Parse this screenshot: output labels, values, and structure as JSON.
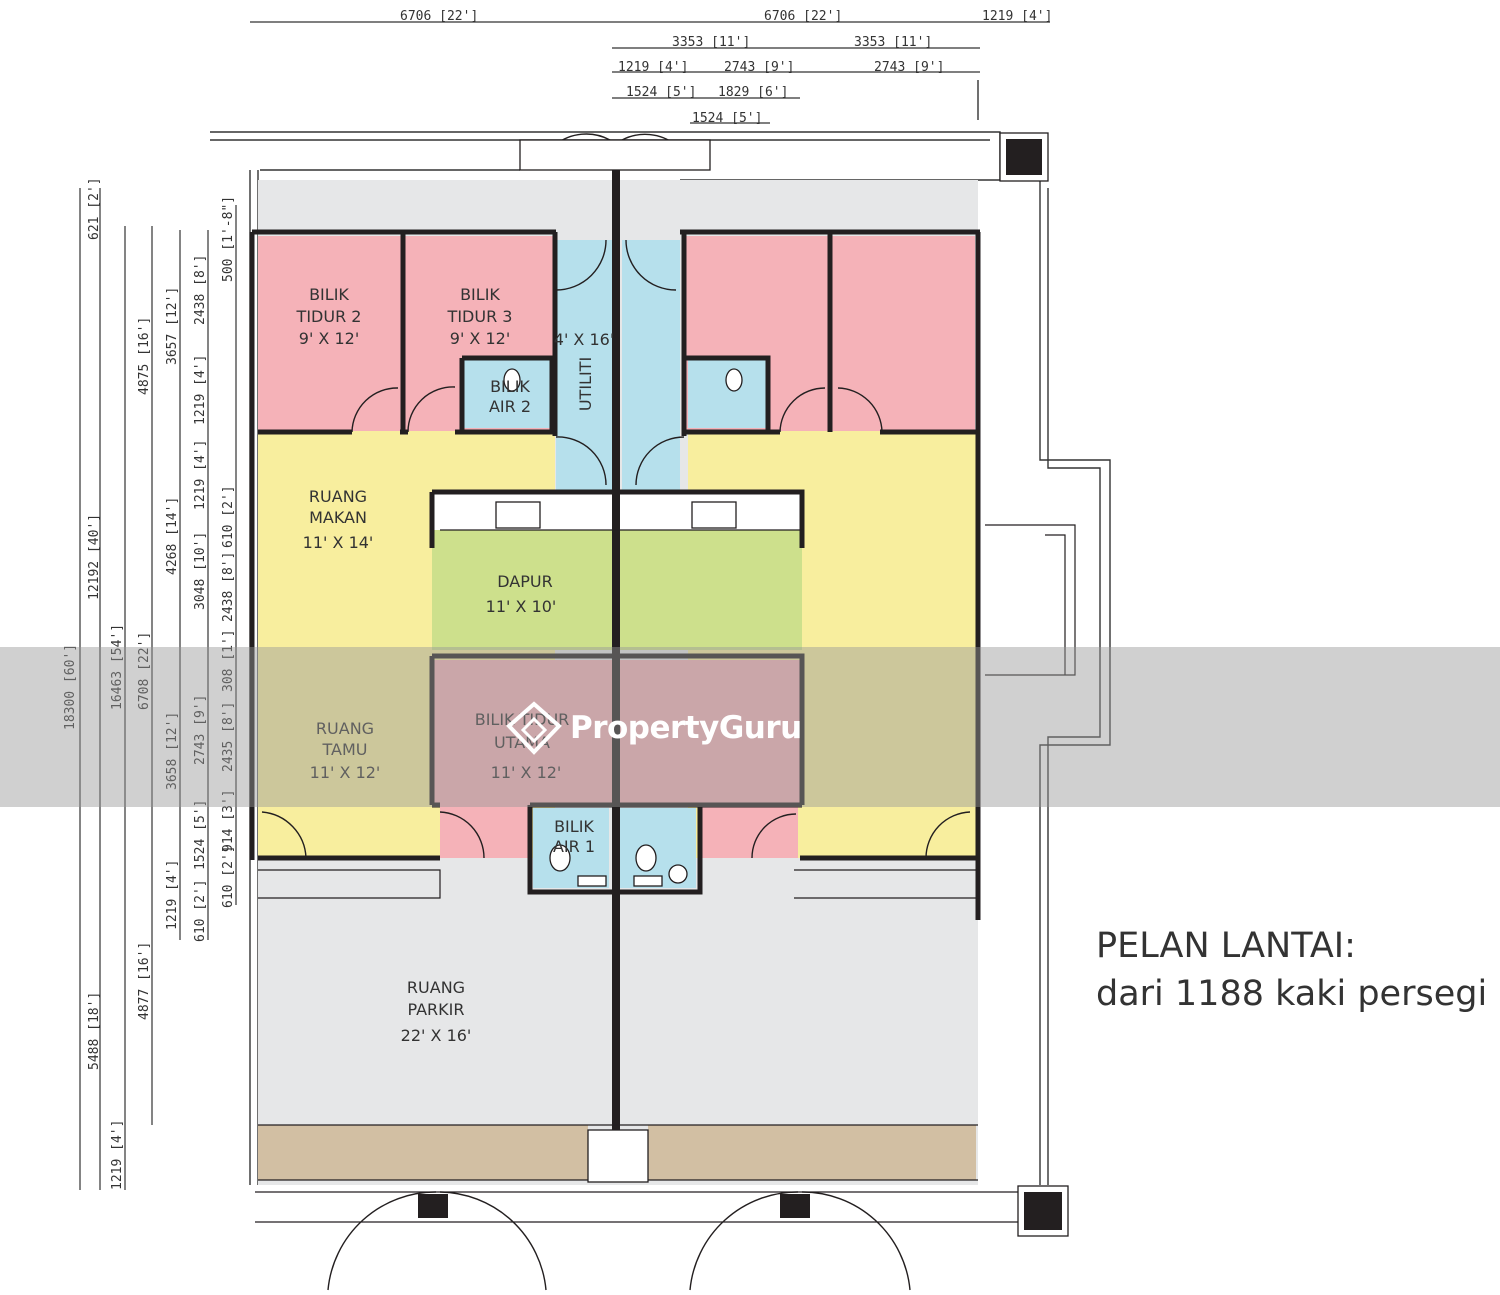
{
  "title": {
    "line1": "PELAN LANTAI:",
    "line2": "dari 1188 kaki persegi"
  },
  "watermark": {
    "brand": "PropertyGuru"
  },
  "rooms": {
    "bilik_tidur_2": {
      "name1": "BILIK",
      "name2": "TIDUR 2",
      "size": "9' X 12'"
    },
    "bilik_tidur_3": {
      "name1": "BILIK",
      "name2": "TIDUR 3",
      "size": "9' X 12'"
    },
    "bilik_air_2": {
      "name1": "BILIK",
      "name2": "AIR 2"
    },
    "utiliti": {
      "name": "UTILITI",
      "size": "4' X 16'"
    },
    "ruang_makan": {
      "name1": "RUANG",
      "name2": "MAKAN",
      "size": "11' X 14'"
    },
    "dapur": {
      "name": "DAPUR",
      "size": "11' X 10'"
    },
    "ruang_tamu": {
      "name1": "RUANG",
      "name2": "TAMU",
      "size": "11' X 12'"
    },
    "bilik_tidur_utama": {
      "name1": "BILIK TIDUR",
      "name2": "UTAMA",
      "size": "11' X 12'"
    },
    "bilik_air_1": {
      "name1": "BILIK",
      "name2": "AIR 1"
    },
    "ruang_parkir": {
      "name1": "RUANG",
      "name2": "PARKIR",
      "size": "22' X 16'"
    }
  },
  "dims_top": {
    "d1": "6706 [22']",
    "d2": "6706 [22']",
    "d3": "1219 [4']",
    "d4": "3353 [11']",
    "d5": "3353 [11']",
    "d6": "1219 [4']",
    "d7": "2743 [9']",
    "d8": "2743 [9']",
    "d9": "1524 [5']",
    "d10": "1829 [6']",
    "d11": "1524 [5']"
  },
  "dims_left": {
    "c1_a": "18300 [60']",
    "c2_a": "621 [2']",
    "c2_b": "12192 [40']",
    "c2_c": "5488 [18']",
    "c3_a": "16463 [54']",
    "c3_b": "1219 [4']",
    "c4_a": "4875 [16']",
    "c4_b": "6708 [22']",
    "c4_c": "4877 [16']",
    "c5_a": "3657 [12']",
    "c5_b": "4268 [14']",
    "c5_c": "3658 [12']",
    "c5_d": "1219 [4']",
    "c6_a": "2438 [8']",
    "c6_b": "1219 [4']",
    "c6_c": "1219 [4']",
    "c6_d": "3048 [10']",
    "c6_e": "2743 [9']",
    "c6_f": "1524 [5']",
    "c6_g": "610 [2']",
    "c7_a": "500 [1'-8\"]",
    "c7_b": "610 [2']",
    "c7_c": "2438 [8']",
    "c7_d": "308 [1']",
    "c7_e": "2435 [8']",
    "c7_f": "914 [3']",
    "c7_g": "610 [2']"
  },
  "colors": {
    "bedroom": "#f5b2b8",
    "wet": "#b6e0ec",
    "dining": "#f8ee9e",
    "kitchen": "#cde08c",
    "porch": "#e6e7e8",
    "floor_strip": "#d2bfa3",
    "wall": "#231f20"
  }
}
